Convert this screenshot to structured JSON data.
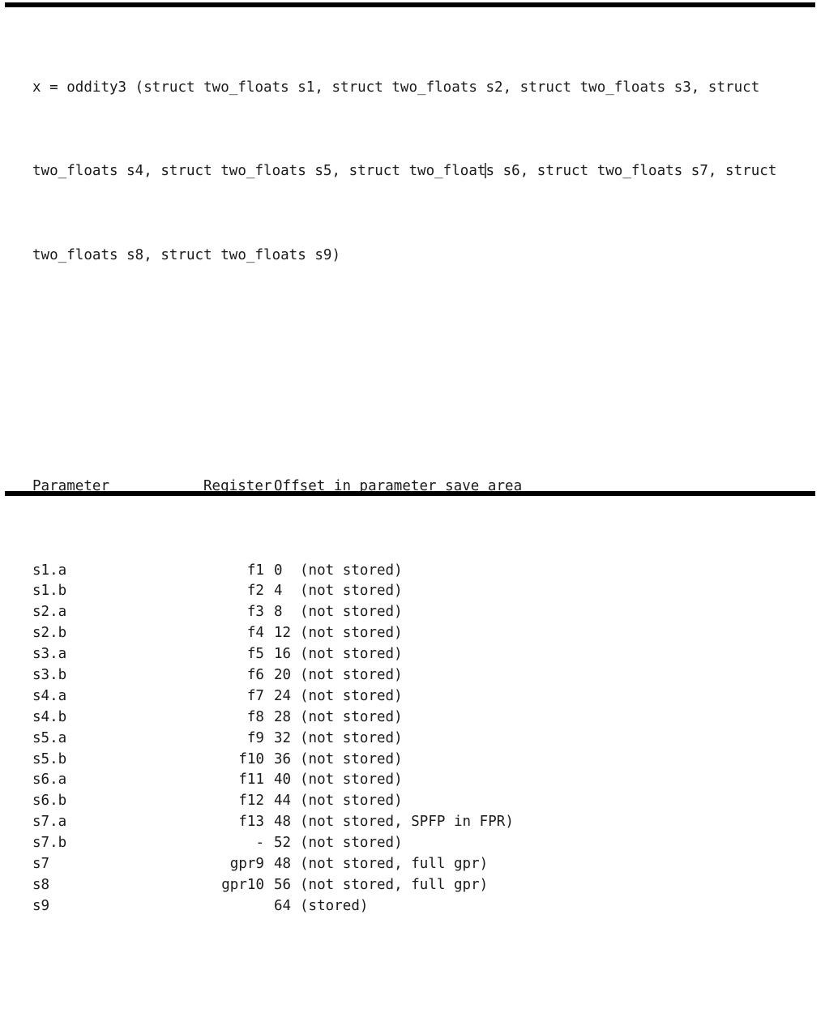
{
  "figure": {
    "kind": "code-listing",
    "rule_color": "#000000",
    "background": "#ffffff",
    "text_color": "#1a1a1a"
  },
  "signature": {
    "lines": [
      "x = oddity3 (struct two_floats s1, struct two_floats s2, struct two_floats s3, struct",
      "two_floats s4, struct two_floats s5, struct two_float",
      "s s6, struct two_floats s7, struct",
      "two_floats s8, struct two_floats s9)"
    ],
    "line1": "x = oddity3 (struct two_floats s1, struct two_floats s2, struct two_floats s3, struct",
    "line2_before_caret": "two_floats s4, struct two_floats s5, struct two_float",
    "line2_after_caret": "s s6, struct two_floats s7, struct",
    "line3": "two_floats s8, struct two_floats s9)",
    "caret_visible": true
  },
  "table": {
    "headers": {
      "parameter": "Parameter",
      "register": "Register",
      "offset": "Offset in parameter save area"
    },
    "rows": [
      {
        "parameter": "s1.a",
        "register": "f1",
        "offset": "0",
        "note": "(not stored)"
      },
      {
        "parameter": "s1.b",
        "register": "f2",
        "offset": "4",
        "note": "(not stored)"
      },
      {
        "parameter": "s2.a",
        "register": "f3",
        "offset": "8",
        "note": "(not stored)"
      },
      {
        "parameter": "s2.b",
        "register": "f4",
        "offset": "12",
        "note": "(not stored)"
      },
      {
        "parameter": "s3.a",
        "register": "f5",
        "offset": "16",
        "note": "(not stored)"
      },
      {
        "parameter": "s3.b",
        "register": "f6",
        "offset": "20",
        "note": "(not stored)"
      },
      {
        "parameter": "s4.a",
        "register": "f7",
        "offset": "24",
        "note": "(not stored)"
      },
      {
        "parameter": "s4.b",
        "register": "f8",
        "offset": "28",
        "note": "(not stored)"
      },
      {
        "parameter": "s5.a",
        "register": "f9",
        "offset": "32",
        "note": "(not stored)"
      },
      {
        "parameter": "s5.b",
        "register": "f10",
        "offset": "36",
        "note": "(not stored)"
      },
      {
        "parameter": "s6.a",
        "register": "f11",
        "offset": "40",
        "note": "(not stored)"
      },
      {
        "parameter": "s6.b",
        "register": "f12",
        "offset": "44",
        "note": "(not stored)"
      },
      {
        "parameter": "s7.a",
        "register": "f13",
        "offset": "48",
        "note": "(not stored, SPFP in FPR)"
      },
      {
        "parameter": "s7.b",
        "register": "-",
        "offset": "52",
        "note": "(not stored)"
      },
      {
        "parameter": "s7",
        "register": "gpr9",
        "offset": "48",
        "note": "(not stored, full gpr)"
      },
      {
        "parameter": "s8",
        "register": "gpr10",
        "offset": "56",
        "note": "(not stored, full gpr)"
      },
      {
        "parameter": "s9",
        "register": "",
        "offset": "64",
        "note": "(stored)"
      }
    ]
  }
}
